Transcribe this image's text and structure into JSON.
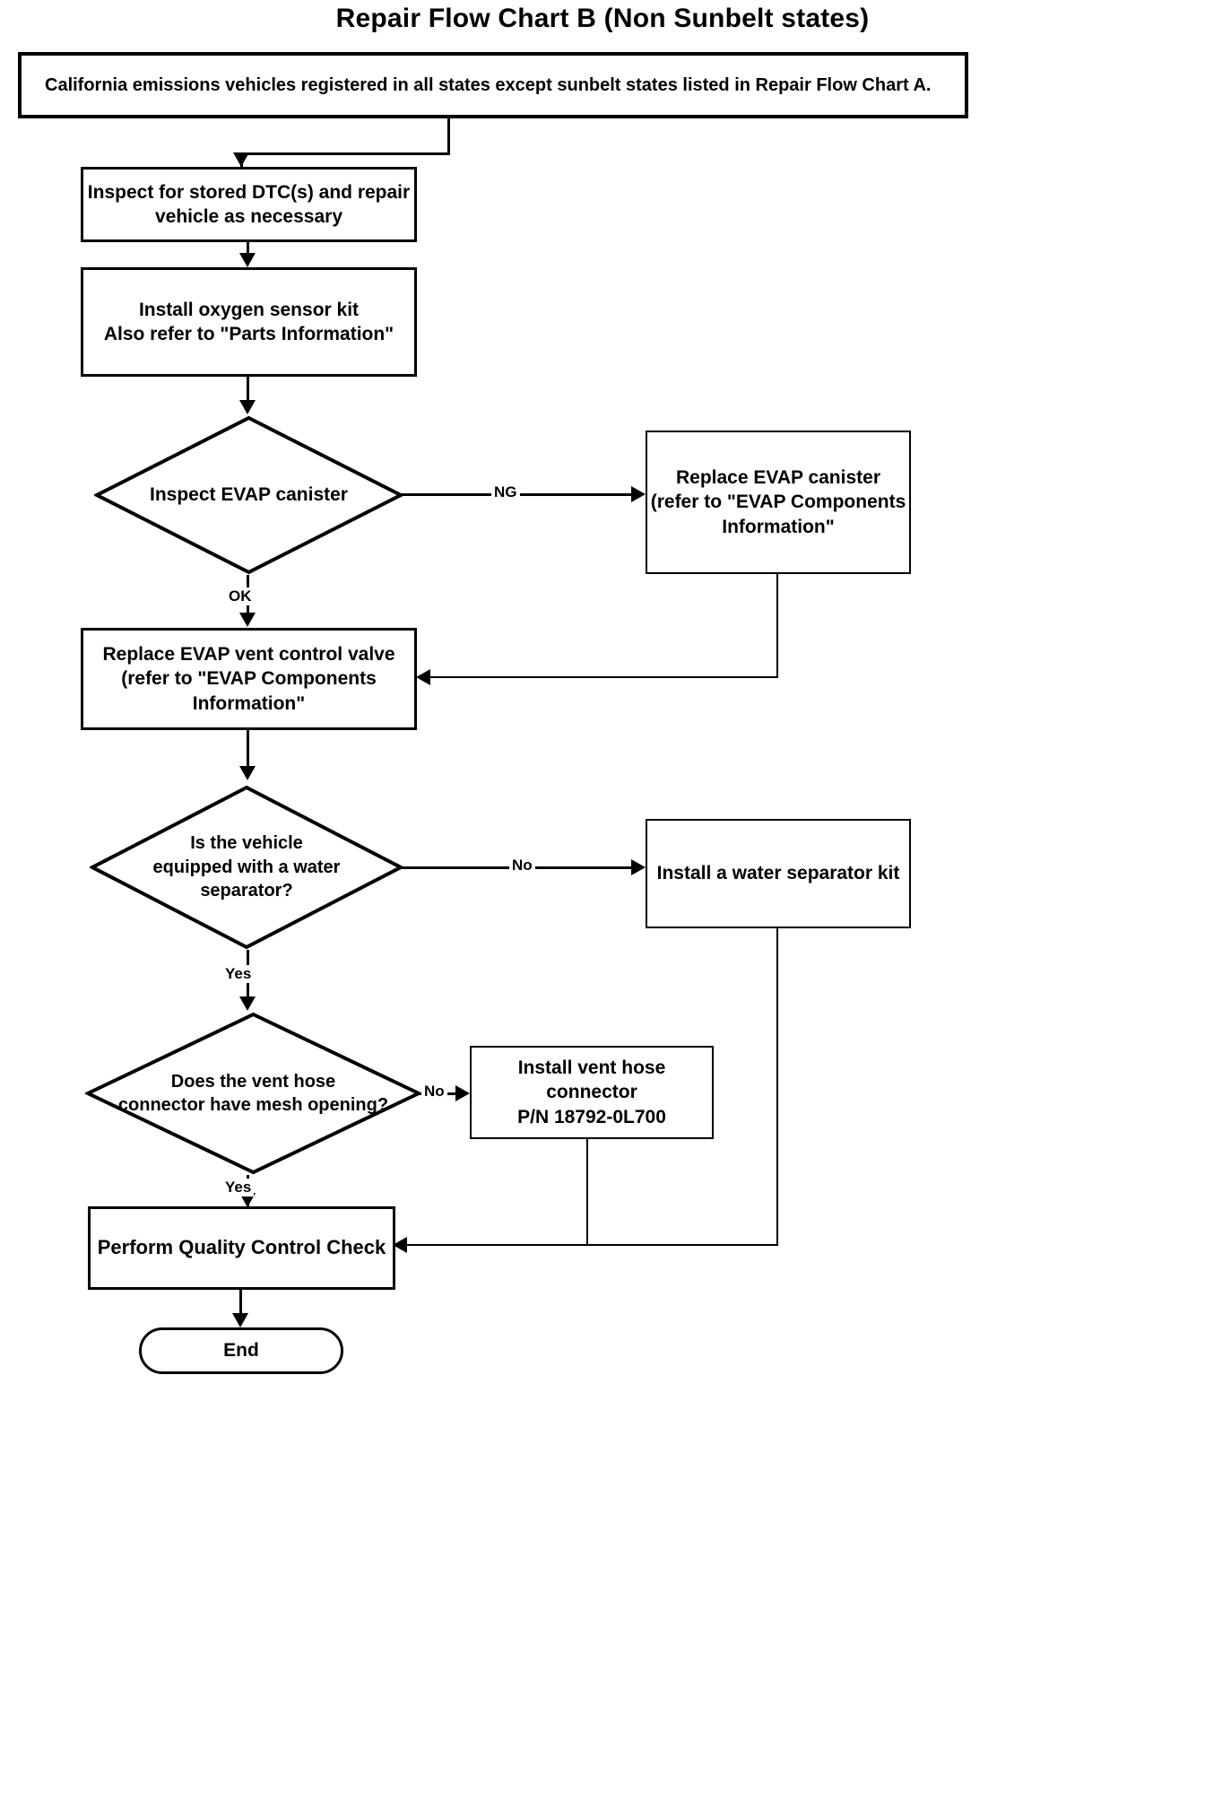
{
  "title": "Repair Flow Chart B (Non Sunbelt states)",
  "banner": {
    "text": "California emissions vehicles registered in all states except sunbelt states listed in Repair Flow Chart A."
  },
  "nodes": {
    "inspect_dtc": {
      "line1": "Inspect for stored DTC(s) and repair",
      "line2": "vehicle as necessary"
    },
    "install_o2": {
      "line1": "Install oxygen sensor kit",
      "line2": "Also refer to \"Parts Information\""
    },
    "inspect_evap": {
      "label": "Inspect EVAP canister"
    },
    "replace_canister": {
      "line1": "Replace EVAP canister",
      "line2": "(refer to \"EVAP Components",
      "line3": "Information\""
    },
    "replace_vent_valve": {
      "line1": "Replace EVAP vent control valve",
      "line2": "(refer to \"EVAP Components",
      "line3": "Information\""
    },
    "water_sep_q": {
      "line1": "Is the vehicle",
      "line2": "equipped with a water",
      "line3": "separator?"
    },
    "install_water_sep": {
      "label": "Install a water separator kit"
    },
    "mesh_q": {
      "line1": "Does the vent hose",
      "line2": "connector have mesh opening?"
    },
    "install_vent_connector": {
      "line1": "Install vent hose connector",
      "line2": "P/N 18792-0L700"
    },
    "qc_check": {
      "label": "Perform Quality Control Check"
    },
    "end": {
      "label": "End"
    }
  },
  "edge_labels": {
    "canister_ng": "NG",
    "canister_ok": "OK",
    "water_sep_no": "No",
    "water_sep_yes": "Yes",
    "mesh_no": "No",
    "mesh_yes": "Yes"
  },
  "colors": {
    "ink": "#000000",
    "paper": "#ffffff"
  }
}
